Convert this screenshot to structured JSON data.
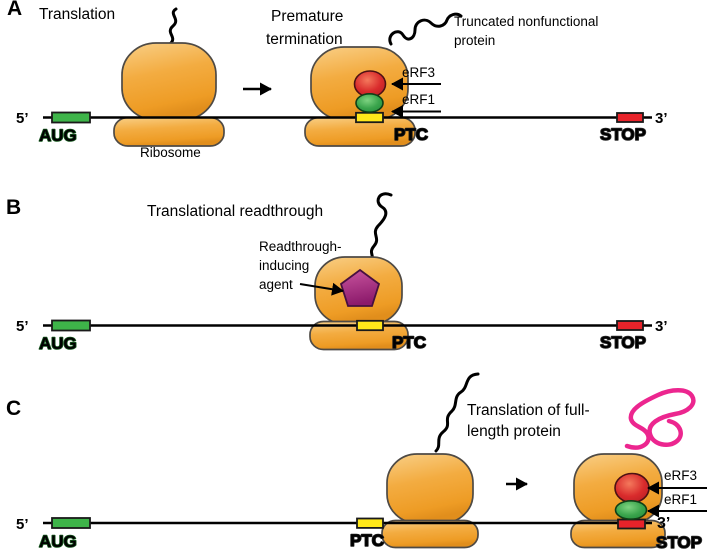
{
  "colors": {
    "ribosome_orange": "#F2A93C",
    "codon_green": "#3EB449",
    "codon_yellow": "#FFE81A",
    "codon_red": "#E8232A",
    "erf3_red": "#CE2027",
    "erf1_green": "#33A047",
    "agent_purple": "#A32584",
    "protein_pink": "#EC268F",
    "line_black": "#000000"
  },
  "panel_a": {
    "label": "A",
    "title": "Translation",
    "premature_line1": "Premature",
    "premature_line2": "termination",
    "ribosome_label": "Ribosome",
    "truncated_line1": "Truncated nonfunctional",
    "truncated_line2": "protein",
    "erf3_label": "eRF3",
    "erf1_label": "eRF1",
    "five_prime": "5’",
    "three_prime": "3’",
    "aug_label": "AUG",
    "ptc_label": "PTC",
    "stop_label": "STOP"
  },
  "panel_b": {
    "label": "B",
    "title": "Translational readthrough",
    "agent_line1": "Readthrough-",
    "agent_line2": "inducing",
    "agent_line3": "agent",
    "five_prime": "5’",
    "three_prime": "3’",
    "aug_label": "AUG",
    "ptc_label": "PTC",
    "stop_label": "STOP"
  },
  "panel_c": {
    "label": "C",
    "title_line1": "Translation of full-",
    "title_line2": "length protein",
    "erf3_label": "eRF3",
    "erf1_label": "eRF1",
    "five_prime": "5’",
    "three_prime": "3’",
    "aug_label": "AUG",
    "ptc_label": "PTC",
    "stop_label": "STOP"
  }
}
